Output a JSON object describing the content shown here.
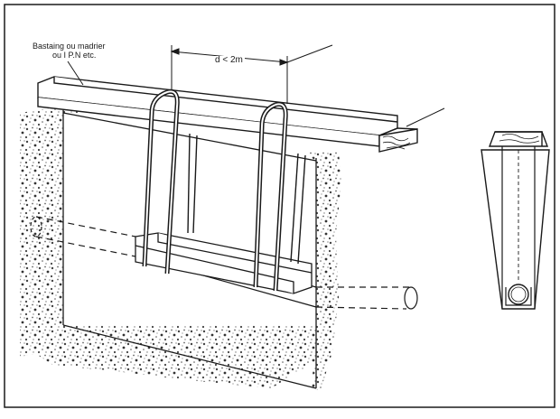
{
  "labels": {
    "beam_line1": "Bastaing ou madrier",
    "beam_line2": "ou I P.N etc.",
    "distance": "d < 2m"
  },
  "colors": {
    "ink": "#1a1a1a",
    "soil": "#5a5a5a",
    "paper": "#ffffff"
  }
}
